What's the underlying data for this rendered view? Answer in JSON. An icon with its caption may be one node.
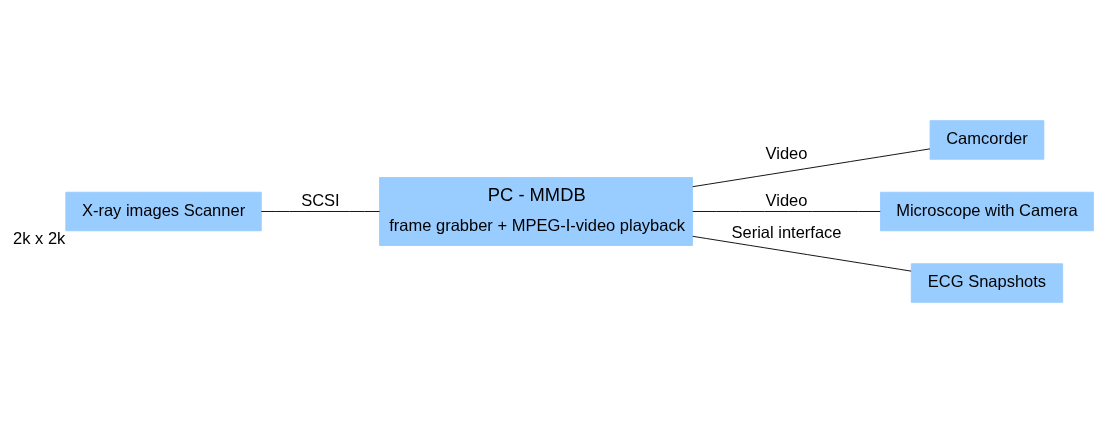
{
  "diagram": {
    "nodes": [
      {
        "text": [
          "X-ray images Scanner"
        ],
        "beside": [
          "2k x 2k"
        ]
      },
      {
        "text": [
          "PC - MMDB",
          "frame grabber + MPEG-I-video playback"
        ]
      },
      {
        "text": [
          "Camcorder"
        ]
      },
      {
        "text": [
          "Microscope with Camera"
        ]
      },
      {
        "text": [
          "ECG Snapshots"
        ]
      }
    ],
    "edges": [
      {
        "from": 0,
        "to": 1,
        "arrow": "none",
        "label": "SCSI"
      },
      {
        "from": 1,
        "to": 2,
        "arrow": "none",
        "label": "Video"
      },
      {
        "from": 1,
        "to": 3,
        "arrow": "none",
        "label": "Video"
      },
      {
        "from": 1,
        "to": 4,
        "arrow": "none",
        "label": "Serial interface"
      }
    ]
  }
}
